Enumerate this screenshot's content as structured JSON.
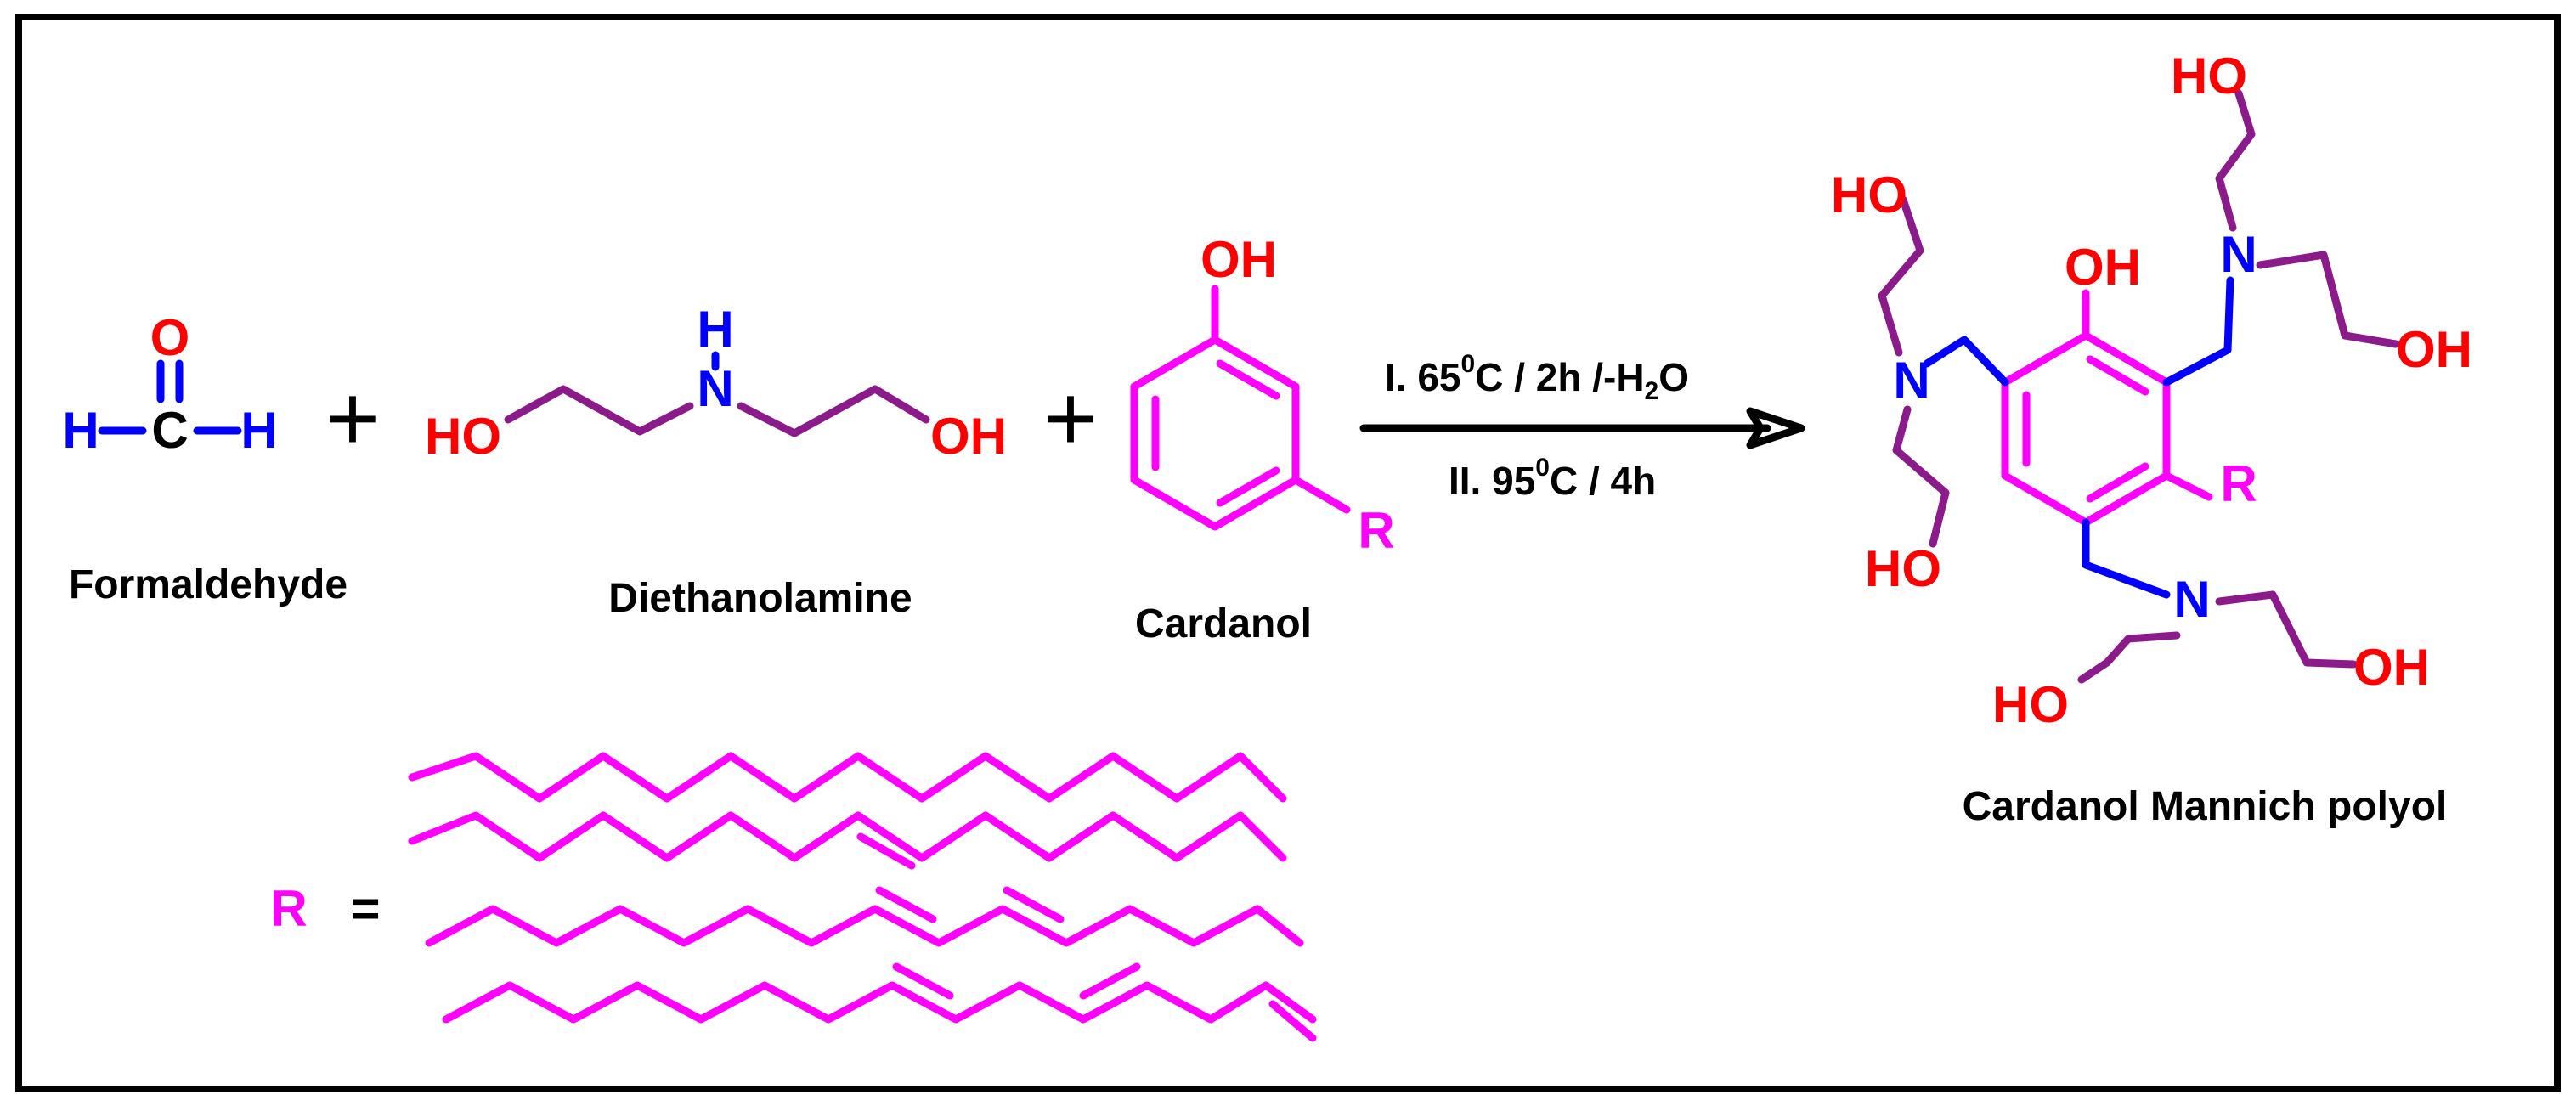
{
  "colors": {
    "oxygen": "#ff0000",
    "nitrogen": "#0000ff",
    "carbon_chain": "#ff00ff",
    "ethanol_arm": "#8b1a8b",
    "black": "#000000"
  },
  "atoms": {
    "O": "O",
    "H": "H",
    "C": "C",
    "N": "N",
    "HO": "HO",
    "OH": "OH",
    "R": "R"
  },
  "plus": "+",
  "equals": "=",
  "labels": {
    "formaldehyde": "Formaldehyde",
    "diethanolamine": "Diethanolamine",
    "cardanol": "Cardanol",
    "product": "Cardanol Mannich polyol"
  },
  "conditions": {
    "step1_prefix": "I. 65",
    "step1_sup": "0",
    "step1_mid": "C / 2h /-H",
    "step1_sub": "2",
    "step1_end": "O",
    "step2_prefix": "II. 95",
    "step2_sup": "0",
    "step2_end": "C / 4h"
  }
}
